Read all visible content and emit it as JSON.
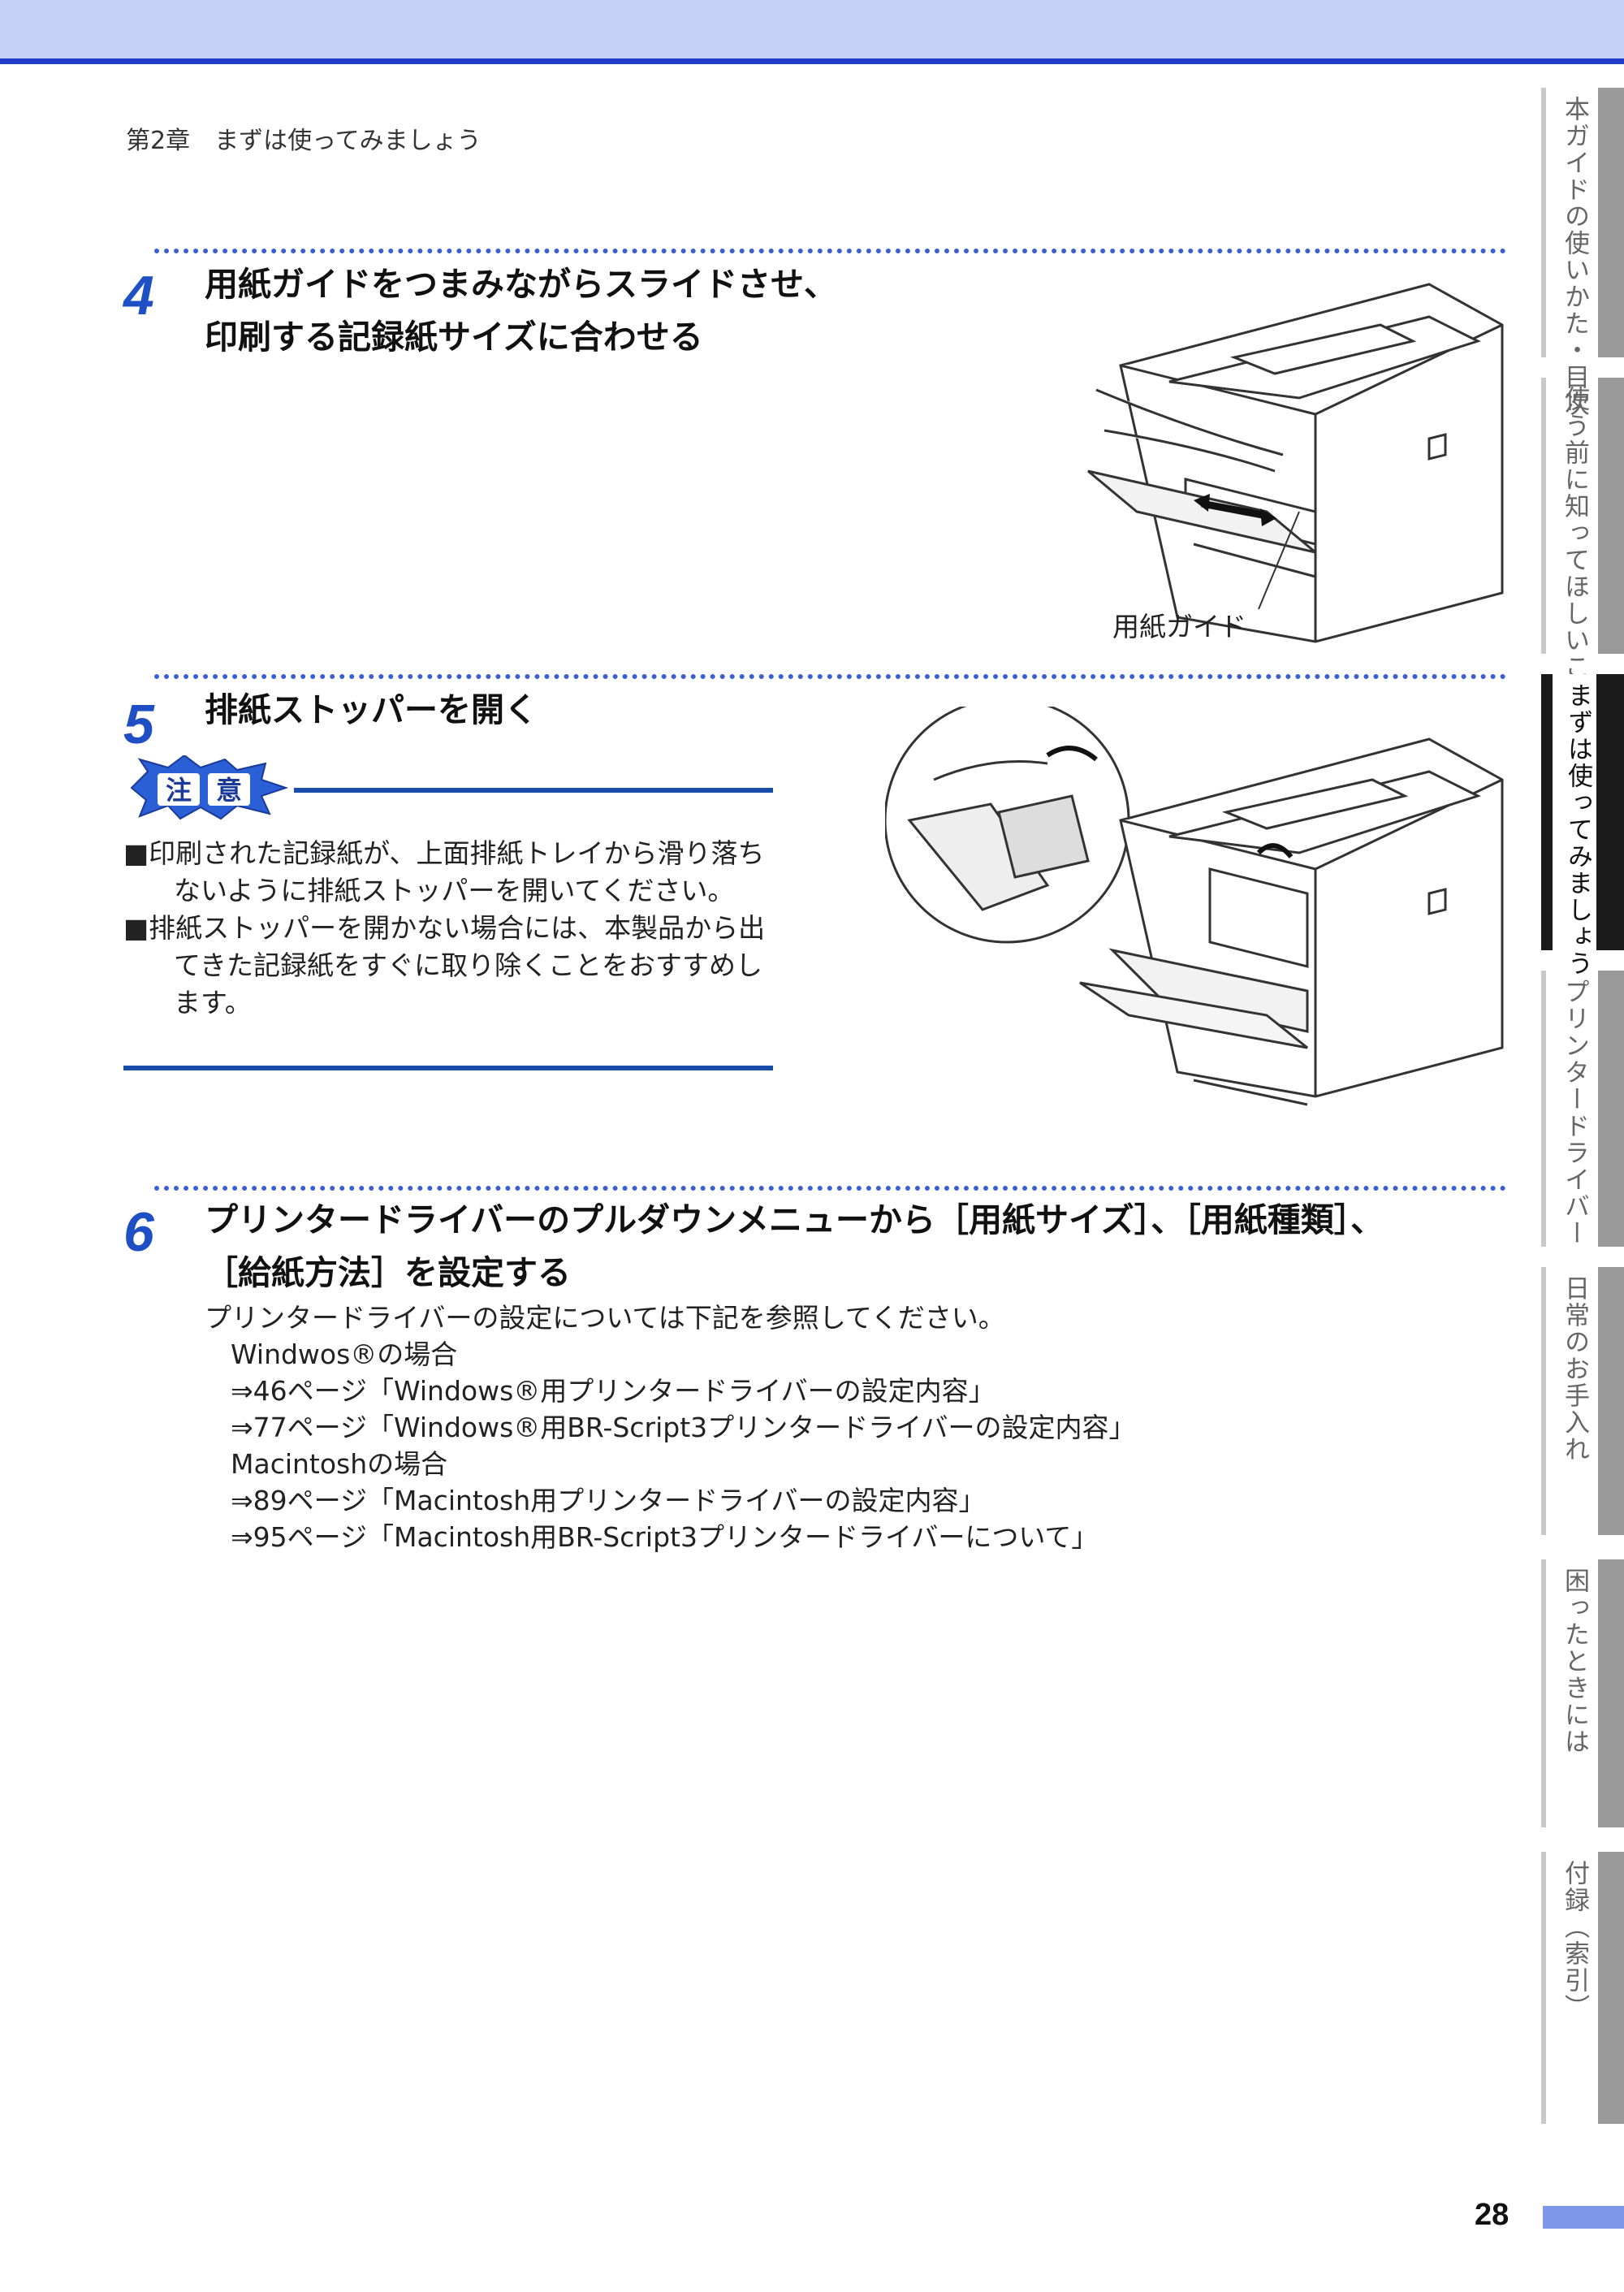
{
  "chapter": "第2章　まずは使ってみましょう",
  "step4": {
    "number": "4",
    "title_line1": "用紙ガイドをつまみながらスライドさせ、",
    "title_line2": "印刷する記録紙サイズに合わせる",
    "caption": "用紙ガイド"
  },
  "step5": {
    "number": "5",
    "title": "排紙ストッパーを開く",
    "caution_label": "注意",
    "caution_items": [
      "■印刷された記録紙が、上面排紙トレイから滑り落ちないように排紙ストッパーを開いてください。",
      "■排紙ストッパーを開かない場合には、本製品から出てきた記録紙をすぐに取り除くことをおすすめします。"
    ]
  },
  "step6": {
    "number": "6",
    "title_line1": "プリンタードライバーのプルダウンメニューから［用紙サイズ］、［用紙種類］、",
    "title_line2": "［給紙方法］を設定する",
    "intro": "プリンタードライバーの設定については下記を参照してください。",
    "win_heading": "Windwos®の場合",
    "win_refs": [
      "⇒46ページ「Windows®用プリンタードライバーの設定内容」",
      "⇒77ページ「Windows®用BR-Script3プリンタードライバーの設定内容」"
    ],
    "mac_heading": "Macintoshの場合",
    "mac_refs": [
      "⇒89ページ「Macintosh用プリンタードライバーの設定内容」",
      "⇒95ページ「Macintosh用BR-Script3プリンタードライバーについて」"
    ]
  },
  "side_tabs": [
    "本ガイドの使いかた・目次",
    "使う前に知ってほしいこと",
    "まずは使ってみましょう",
    "プリンタードライバー",
    "日常のお手入れ",
    "困ったときには",
    "付録（索引）"
  ],
  "page_number": "28",
  "colors": {
    "accent": "#1e4fc4",
    "band": "#c6d2f6",
    "rule": "#1a4dab"
  }
}
